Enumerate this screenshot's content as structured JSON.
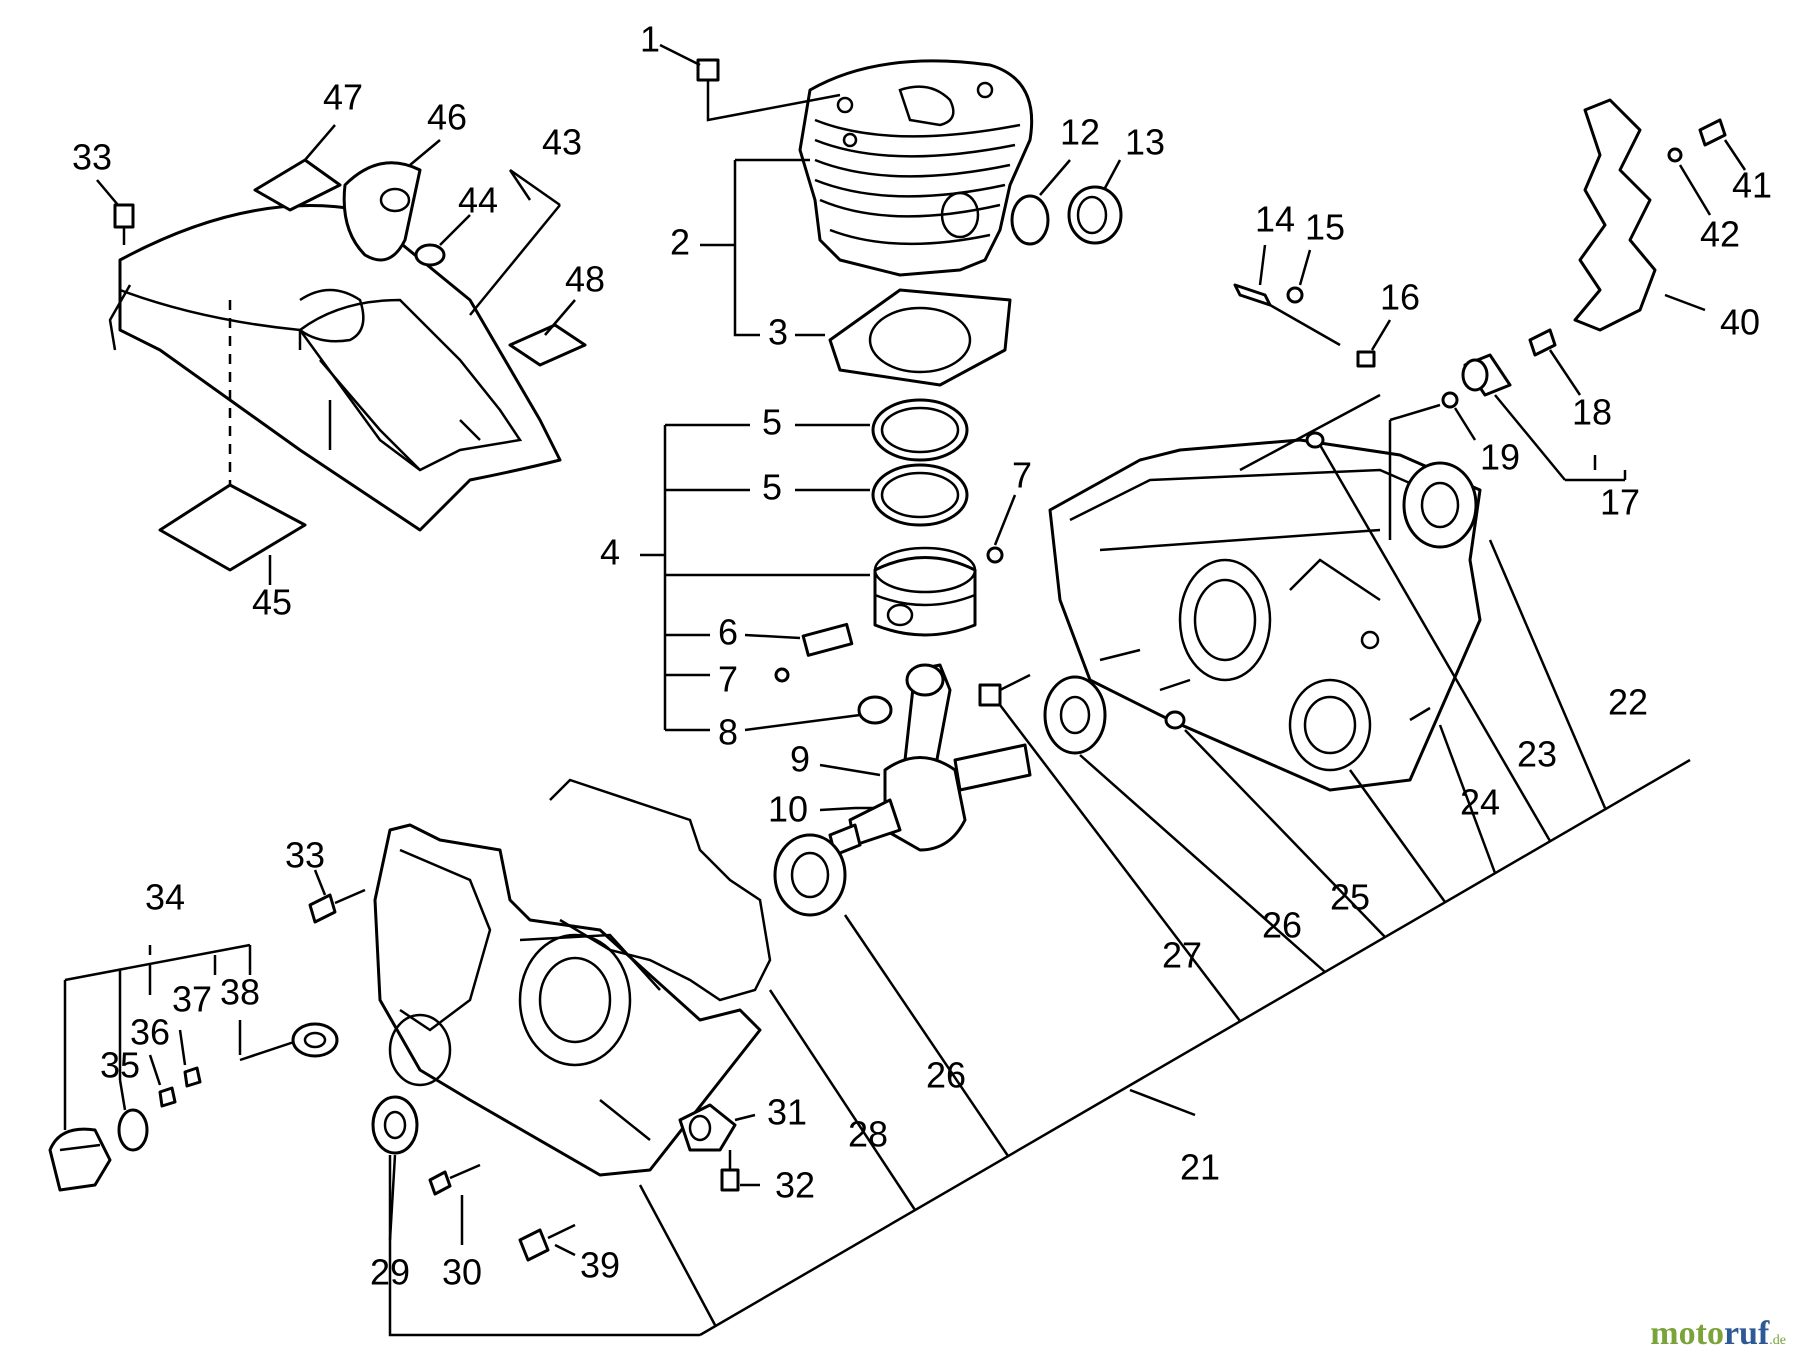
{
  "watermark": {
    "part1": "moto",
    "part2": "ruf",
    "suffix": ".de"
  },
  "callouts": {
    "n1": "1",
    "n2": "2",
    "n3": "3",
    "n4": "4",
    "n5a": "5",
    "n5b": "5",
    "n6": "6",
    "n7a": "7",
    "n7b": "7",
    "n8": "8",
    "n9": "9",
    "n10": "10",
    "n12": "12",
    "n13": "13",
    "n14": "14",
    "n15": "15",
    "n16": "16",
    "n17": "17",
    "n18": "18",
    "n19": "19",
    "n21": "21",
    "n22": "22",
    "n23": "23",
    "n24": "24",
    "n25": "25",
    "n26a": "26",
    "n26b": "26",
    "n27": "27",
    "n28": "28",
    "n29": "29",
    "n30": "30",
    "n31": "31",
    "n32": "32",
    "n33a": "33",
    "n33b": "33",
    "n34": "34",
    "n35": "35",
    "n36": "36",
    "n37": "37",
    "n38": "38",
    "n39": "39",
    "n40": "40",
    "n41": "41",
    "n42": "42",
    "n43": "43",
    "n44": "44",
    "n45": "45",
    "n46": "46",
    "n47": "47",
    "n48": "48"
  }
}
